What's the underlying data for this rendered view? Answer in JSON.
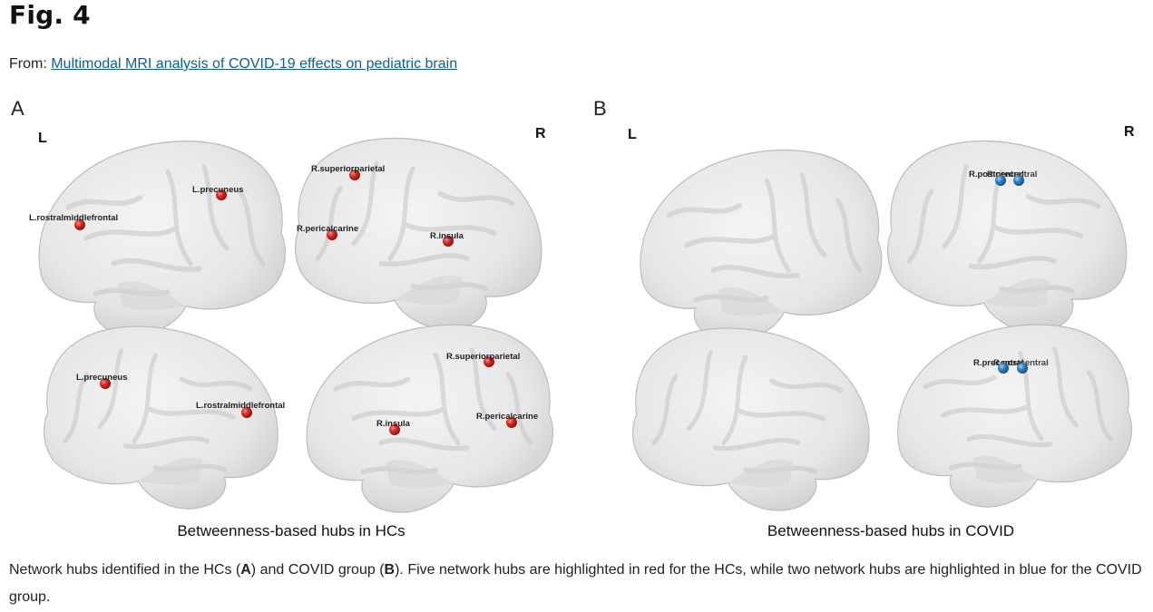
{
  "figure": {
    "title": "Fig. 4",
    "from_prefix": "From: ",
    "source_link": "Multimodal MRI analysis of COVID-19 effects on pediatric brain"
  },
  "panels": {
    "a": {
      "letter": "A",
      "left_label": "L",
      "right_label": "R",
      "subtitle": "Betweenness-based hubs in HCs",
      "hub_color": "#d42a22",
      "hubs": {
        "rostral_mid_left": "L.rostralmiddlefrontal",
        "precuneus_left": "L.precuneus",
        "superiorparietal_right": "R.superiorparietal",
        "pericalcarine_right": "R.pericalcarine",
        "insula_right": "R.insula",
        "precuneus_left_medial": "L.precuneus",
        "rostral_mid_left_medial": "L.rostralmiddlefrontal",
        "superiorparietal_right_medial": "R.superiorparietal",
        "insula_right_medial": "R.insula",
        "pericalcarine_right_medial": "R.pericalcarine"
      }
    },
    "b": {
      "letter": "B",
      "left_label": "L",
      "right_label": "R",
      "subtitle": "Betweenness-based hubs in COVID",
      "hub_color": "#2f7fbf",
      "hubs": {
        "top_label": "R.postcentral",
        "top_overlap": "R.precentral",
        "bottom_label": "R.precentral",
        "bottom_overlap": "R.postcentral"
      }
    }
  },
  "caption": {
    "part1": "Network hubs identified in the HCs (",
    "bold_a": "A",
    "part2": ") and COVID group (",
    "bold_b": "B",
    "part3": "). Five network hubs are highlighted in red for the HCs, while two network hubs are highlighted in blue for the COVID group."
  }
}
